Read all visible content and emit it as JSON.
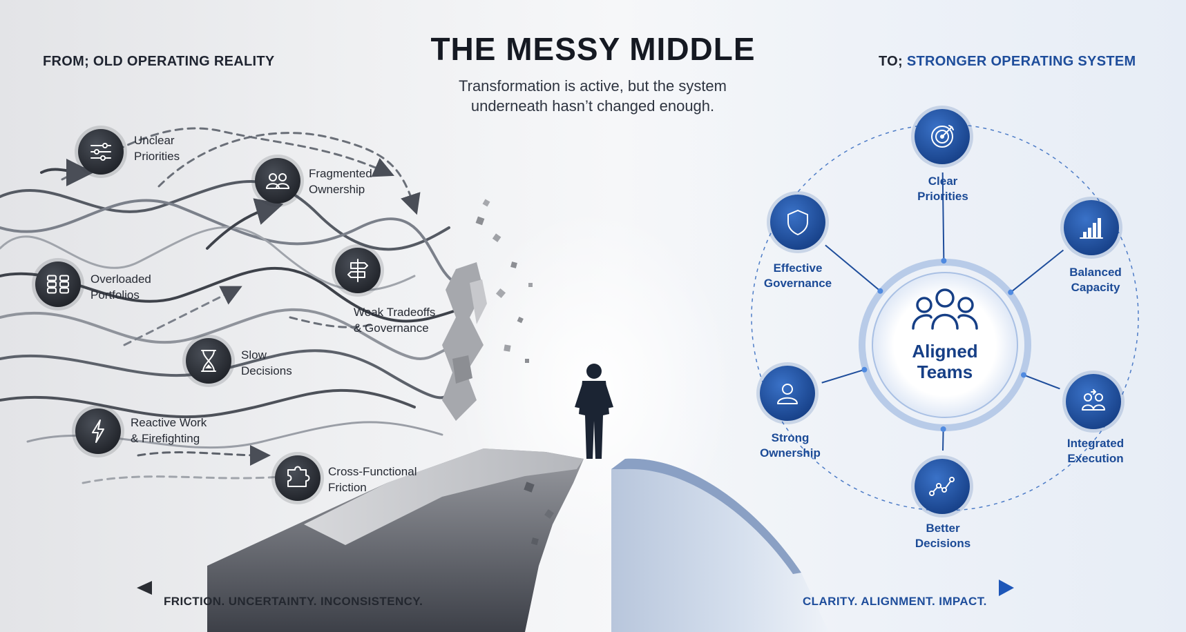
{
  "title": "THE MESSY MIDDLE",
  "subtitle": "Transformation is active, but the system underneath hasn’t changed enough.",
  "from_header": {
    "prefix": "FROM;",
    "label": "OLD OPERATING REALITY"
  },
  "to_header": {
    "prefix": "TO;",
    "label": "STRONGER OPERATING SYSTEM"
  },
  "old_reality": [
    {
      "icon": "sliders-icon",
      "line1": "Unclear",
      "line2": "Priorities"
    },
    {
      "icon": "people-icon",
      "line1": "Fragmented",
      "line2": "Ownership"
    },
    {
      "icon": "grid-icon",
      "line1": "Overloaded",
      "line2": "Portfolios"
    },
    {
      "icon": "signpost-icon",
      "line1": "Weak Tradeoffs",
      "line2": "& Governance"
    },
    {
      "icon": "hourglass-icon",
      "line1": "Slow",
      "line2": "Decisions"
    },
    {
      "icon": "lightning-icon",
      "line1": "Reactive Work",
      "line2": "& Firefighting"
    },
    {
      "icon": "puzzle-icon",
      "line1": "Cross-Functional",
      "line2": "Friction"
    }
  ],
  "hub": {
    "icon": "team-icon",
    "line1": "Aligned",
    "line2": "Teams"
  },
  "new_system": [
    {
      "icon": "target-icon",
      "line1": "Clear",
      "line2": "Priorities"
    },
    {
      "icon": "bar-chart-icon",
      "line1": "Balanced",
      "line2": "Capacity"
    },
    {
      "icon": "integrated-people-icon",
      "line1": "Integrated",
      "line2": "Execution"
    },
    {
      "icon": "trend-line-icon",
      "line1": "Better",
      "line2": "Decisions"
    },
    {
      "icon": "person-icon",
      "line1": "Strong",
      "line2": "Ownership"
    },
    {
      "icon": "shield-icon",
      "line1": "Effective",
      "line2": "Governance"
    }
  ],
  "footer": {
    "left": "FRICTION. UNCERTAINTY. INCONSISTENCY.",
    "right": "CLARITY. ALIGNMENT. IMPACT."
  },
  "colors": {
    "dark_node": "#2b2f36",
    "blue_node": "#1e4d9b",
    "label_blue": "#1b4a96"
  }
}
